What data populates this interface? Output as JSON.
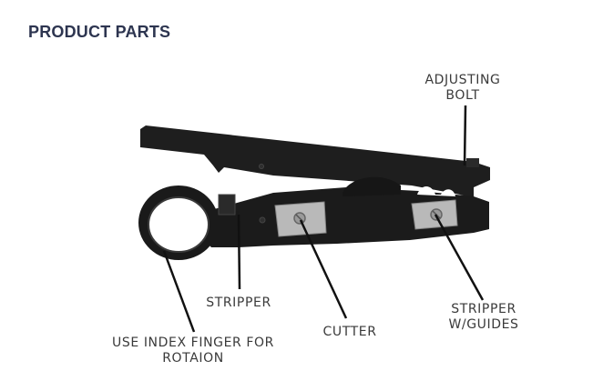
{
  "title": "PRODUCT PARTS",
  "labels": {
    "adjusting_bolt": [
      "ADJUSTING",
      "BOLT"
    ],
    "stripper": [
      "STRIPPER"
    ],
    "cutter": [
      "CUTTER"
    ],
    "stripper_guides": [
      "STRIPPER",
      "W/GUIDES"
    ],
    "index_finger": [
      "USE INDEX FINGER FOR",
      "ROTAION"
    ]
  },
  "colors": {
    "tool_body": "#1b1b1b",
    "tool_edge": "#2c2c2c",
    "blade_plate": "#b8b8b8",
    "leader_line": "#111111",
    "title": "#2d3550",
    "label_text": "#3a3a3a"
  }
}
